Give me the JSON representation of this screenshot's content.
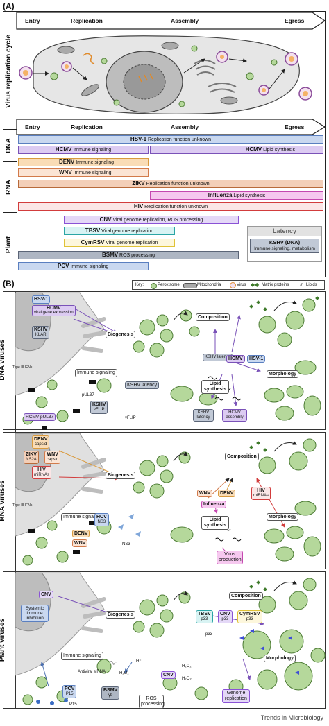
{
  "panel_a": {
    "letter": "(A)",
    "stages": [
      "Entry",
      "Replication",
      "Assembly",
      "Egress"
    ],
    "side_label": "Virus replication cycle",
    "groups": [
      "DNA",
      "RNA",
      "Plant"
    ],
    "bars": [
      {
        "name": "HSV-1",
        "desc": "Replication function unknown"
      },
      {
        "name": "HCMV",
        "desc": "Immune signaling"
      },
      {
        "name": "HCMV",
        "desc": "Lipid synthesis"
      },
      {
        "name": "DENV",
        "desc": "Immune signaling"
      },
      {
        "name": "WNV",
        "desc": "Immune signaling"
      },
      {
        "name": "ZIKV",
        "desc": "Replication function unknown"
      },
      {
        "name": "Influenza",
        "desc": "Lipid synthesis"
      },
      {
        "name": "HIV",
        "desc": "Replication function unknown"
      },
      {
        "name": "CNV",
        "desc": "Viral genome replication, ROS processing"
      },
      {
        "name": "TBSV",
        "desc": "Viral genome replication"
      },
      {
        "name": "CymRSV",
        "desc": "Viral genome replication"
      },
      {
        "name": "BSMV",
        "desc": "ROS processing"
      },
      {
        "name": "PCV",
        "desc": "Immune signaling"
      }
    ],
    "latency": {
      "title": "Latency",
      "name": "KSHV (DNA)",
      "desc": "Immune signaling, metabolism"
    }
  },
  "panel_b": {
    "letter": "(B)",
    "key": {
      "label": "Key:",
      "items": [
        "Peroxisome",
        "Mitochondria",
        "Virus",
        "Matrix proteins",
        "Lipids"
      ]
    },
    "sections": [
      "DNA viruses",
      "RNA viruses",
      "Plant viruses"
    ],
    "common": {
      "biogenesis": "Biogenesis",
      "immune": "Immune signaling",
      "composition": "Composition",
      "lipid": "Lipid synthesis",
      "morphology": "Morphology",
      "type3": "Type III IFNs"
    },
    "dna": {
      "hsv1": "HSV-1",
      "hcmv": "HCMV",
      "hcmv_sub": "viral gene expression",
      "kshv": "KSHV",
      "kshv_sub": "KLAR",
      "kshv_latency": "KSHV latency",
      "kshv_vflip": "KSHV",
      "kshv_vflip_sub": "vFLIP",
      "vflip": "vFLIP",
      "pul37": "pUL37",
      "hcmv_pul37": "HCMV pUL37",
      "kshv_lat2": "KSHV latency",
      "hcmv_mid": "HCMV",
      "hsv1_mid": "HSV-1",
      "kshv_lat3": "KSHV latency",
      "hcmv_assembly": "HCMV assembly",
      "hcmv_assembly_sub": "assembly"
    },
    "rna": {
      "denv": "DENV",
      "denv_sub": "capsid",
      "zikv": "ZIKV",
      "zikv_sub": "NS2A",
      "wnv": "WNV",
      "wnv_sub": "capsid",
      "hiv": "HIV",
      "hiv_sub": "miRNAs",
      "hcv": "HCV",
      "hcv_sub": "NS3",
      "ns3": "NS3",
      "denv2": "DENV",
      "wnv2": "WNV",
      "wnv3": "WNV",
      "denv3": "DENV",
      "hiv2": "HIV",
      "hiv2_sub": "miRNAs",
      "influenza": "Influenza",
      "virus_production": "Virus production"
    },
    "plant": {
      "cnv": "CNV",
      "systemic": "Systemic immune inhibition",
      "antiviral": "Antiviral siRNA",
      "pcv": "PCV",
      "pcv_sub": "P15",
      "p15": "P15",
      "bsmv": "BSMV",
      "bsmv_sub": "γb",
      "ros": "ROS processing",
      "cnv2": "CNV",
      "tbsv": "TBSV",
      "tbsv_sub": "p33",
      "cnv3": "CNV",
      "cnv3_sub": "p33",
      "cymrsv": "CymRSV",
      "cymrsv_sub": "p33",
      "p33": "p33",
      "genome_rep": "Genome replication",
      "o2": "O₂⁻",
      "h2o2": "H₂O₂",
      "hplus": "H⁺"
    }
  },
  "footer": "Trends in Microbiology",
  "colors": {
    "peroxisome": "#b5d89b",
    "peroxisome_stroke": "#4b7a33",
    "dots": "#3e7a2a",
    "cell": "#e6e6e6",
    "nucleus": "#bdbdbd",
    "blue": "#c9d8f0",
    "purple": "#dccbf2",
    "orange": "#f9dcb6",
    "red": "#f7d2d2",
    "pink": "#f6c8ef",
    "yellow": "#fbf0c1",
    "teal": "#c4ecec",
    "slate": "#c1c9d6"
  }
}
